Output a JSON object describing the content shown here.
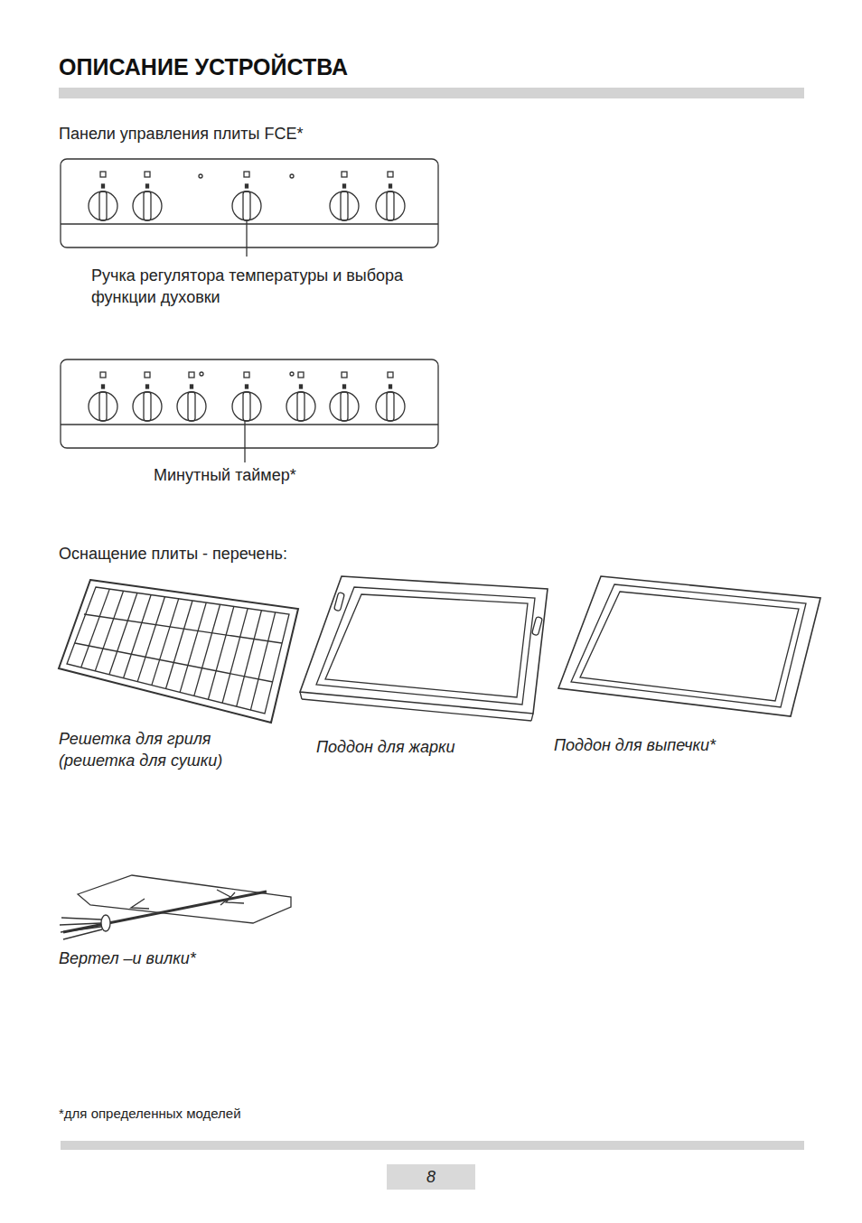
{
  "diagram": {
    "title": "ОПИСАНИЕ УСТРОЙСТВА",
    "nodes": [
      {
        "text": [
          "8"
        ]
      }
    ],
    "labels": [
      "Панели управления плиты FCE*",
      "Ручка регулятора температуры и выбора функции духовки",
      "Минутный таймер*",
      "Оснащение плиты - перечень:",
      "Решетка для гриля (решетка для сушки)",
      "Поддон для жарки",
      "Поддон для выпечки*",
      "Вертел –и вилки*",
      "*для определенных моделей"
    ]
  }
}
